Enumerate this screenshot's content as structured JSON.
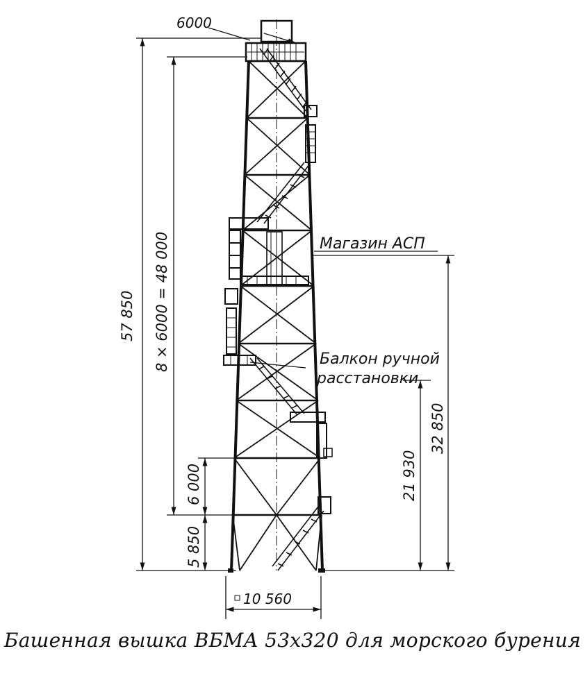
{
  "drawing": {
    "dim_top_width": "6000",
    "dim_total_height": "57 850",
    "dim_panels": "8 × 6000 = 48 000",
    "dim_panel": "6 000",
    "dim_base_panel": "5 850",
    "dim_base_width": "10 560",
    "dim_asp_height": "32 850",
    "dim_balcony_height": "21 930",
    "label_asp": "Магазин АСП",
    "label_balcony_line1": "Балкон ручной",
    "label_balcony_line2": "расстановки"
  },
  "caption": "Башенная вышка ВБМА 53х320 для морского бурения"
}
